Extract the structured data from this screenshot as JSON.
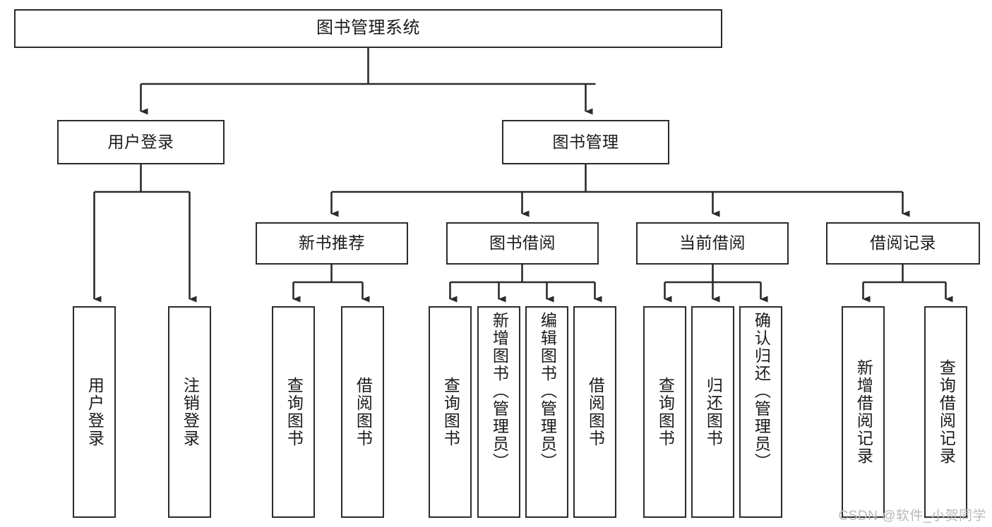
{
  "diagram": {
    "title": "图书管理系统",
    "type": "tree-hierarchy",
    "orientation": "top-down",
    "colors": {
      "box_border": "#2b2b2b",
      "box_fill": "#ffffff",
      "edge": "#2b2b2b",
      "text": "#1a1a1a",
      "watermark": "#b9b9b9",
      "background": "#ffffff"
    },
    "levels": {
      "level0": "系统",
      "level1": "模块",
      "level2": "子模块",
      "level3": "功能"
    }
  },
  "nodes": {
    "root": {
      "label": "图书管理系统"
    },
    "level1": [
      {
        "label": "用户登录"
      },
      {
        "label": "图书管理"
      }
    ],
    "level2": [
      {
        "label": "新书推荐"
      },
      {
        "label": "图书借阅"
      },
      {
        "label": "当前借阅"
      },
      {
        "label": "借阅记录"
      }
    ],
    "leaves": {
      "user_login": [
        {
          "label": "用户登录"
        },
        {
          "label": "注销登录"
        }
      ],
      "new_book_recommend": [
        {
          "label": "查询图书"
        },
        {
          "label": "借阅图书"
        }
      ],
      "book_borrow": [
        {
          "label": "查询图书"
        },
        {
          "label": "新增图书（管理员）"
        },
        {
          "label": "编辑图书（管理员）"
        },
        {
          "label": "借阅图书"
        }
      ],
      "current_borrow": [
        {
          "label": "查询图书"
        },
        {
          "label": "归还图书"
        },
        {
          "label": "确认归还（管理员）"
        }
      ],
      "borrow_record": [
        {
          "label": "新增借阅记录"
        },
        {
          "label": "查询借阅记录"
        }
      ]
    }
  },
  "watermark": {
    "text": "CSDN @软件_小贺同学"
  }
}
